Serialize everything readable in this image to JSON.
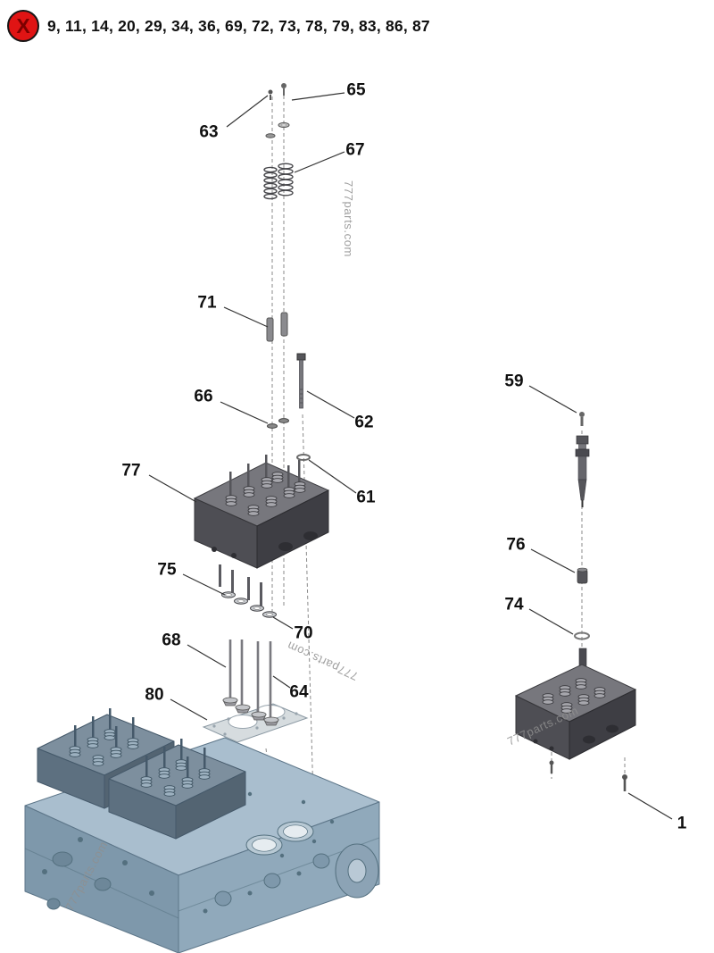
{
  "header": {
    "badge_symbol": "X",
    "excluded_parts": "9, 11, 14, 20, 29, 34, 36, 69, 72, 73, 78, 79, 83, 86, 87"
  },
  "watermark": {
    "text": "777parts.com"
  },
  "labels": {
    "p1": "1",
    "p59": "59",
    "p61": "61",
    "p62": "62",
    "p63": "63",
    "p64": "64",
    "p65": "65",
    "p66": "66",
    "p67": "67",
    "p68": "68",
    "p70": "70",
    "p71": "71",
    "p74": "74",
    "p75": "75",
    "p76": "76",
    "p77": "77",
    "p80": "80"
  }
}
